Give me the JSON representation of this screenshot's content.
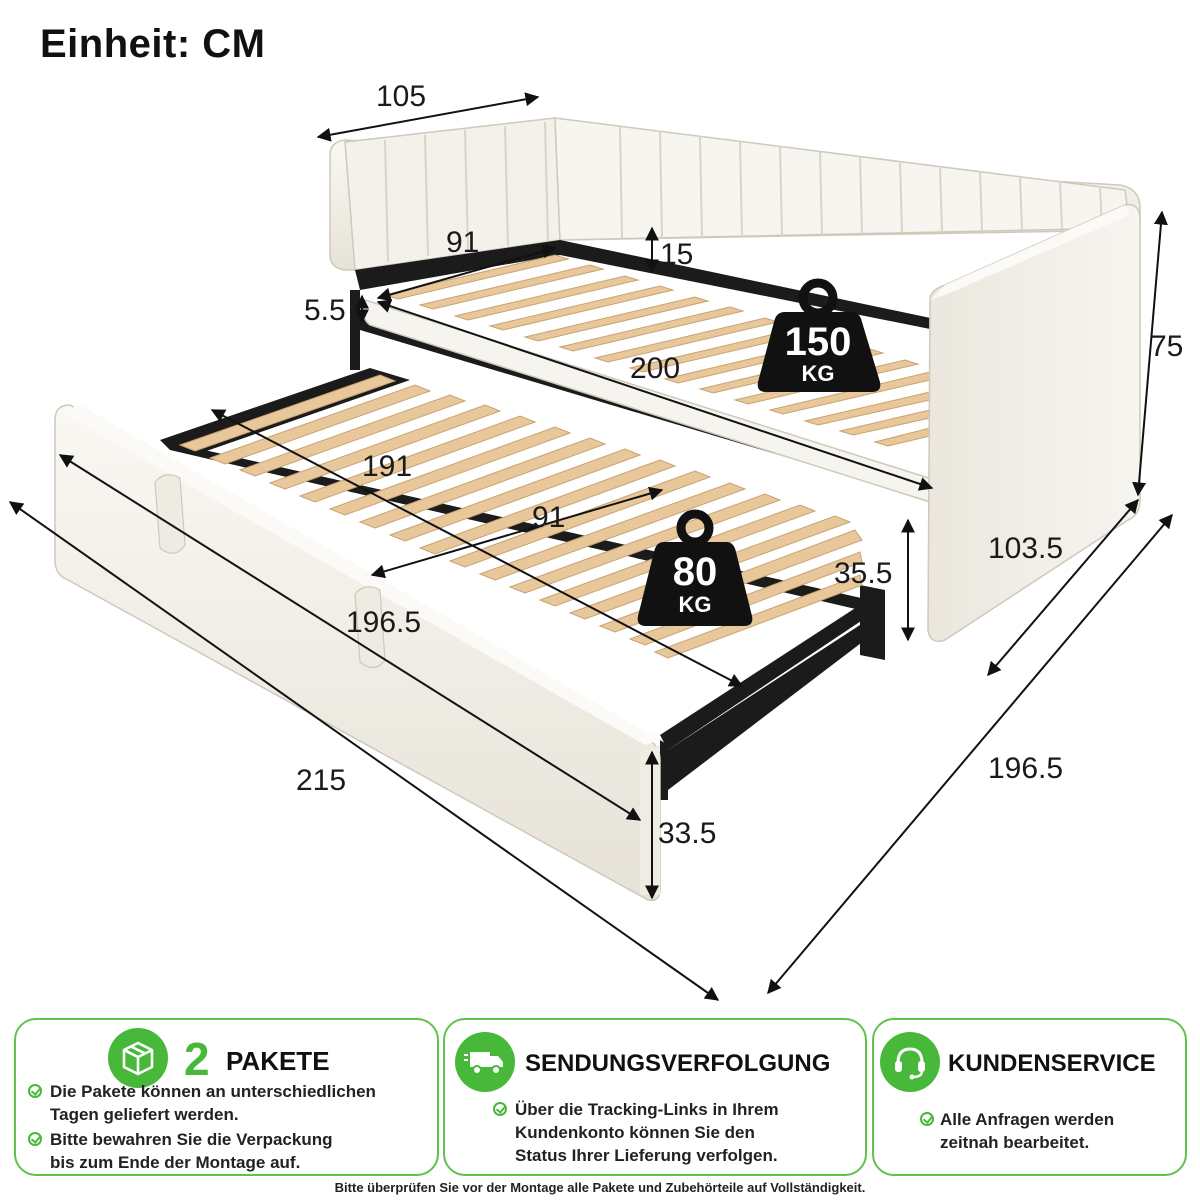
{
  "unit_label": "Einheit: CM",
  "dimensions": {
    "back_width": "105",
    "inner_width_top": "91",
    "slat_gap": "15",
    "slat_height": "5.5",
    "inner_length_top": "200",
    "total_height": "75",
    "trundle_length": "191",
    "trundle_inner_width": "91",
    "trundle_slat_span": "196.5",
    "gap_height": "35.5",
    "side_depth": "103.5",
    "total_length": "215",
    "frame_length": "196.5",
    "trundle_height": "33.5"
  },
  "weights": {
    "top": {
      "value": "150",
      "unit": "KG"
    },
    "trundle": {
      "value": "80",
      "unit": "KG"
    }
  },
  "info": {
    "packages": {
      "number": "2",
      "title": "PAKETE",
      "bullets": [
        [
          "Die Pakete können an unterschiedlichen",
          "Tagen geliefert werden."
        ],
        [
          "Bitte bewahren Sie die Verpackung",
          "bis zum Ende der Montage auf."
        ]
      ]
    },
    "tracking": {
      "title": "SENDUNGSVERFOLGUNG",
      "bullets": [
        [
          "Über die Tracking-Links in Ihrem",
          "Kundenkonto können Sie den",
          "Status Ihrer Lieferung verfolgen."
        ]
      ]
    },
    "service": {
      "title": "KUNDENSERVICE",
      "bullets": [
        [
          "Alle Anfragen werden",
          "zeitnah bearbeitet."
        ]
      ]
    }
  },
  "footnote": "Bitte überprüfen Sie vor der Montage alle Pakete und Zubehörteile auf Vollständigkeit.",
  "colors": {
    "accent": "#48b83a",
    "fabric": "#f2efe8",
    "slat": "#e8c79a",
    "frame": "#1b1b1b"
  },
  "icons": [
    "package-icon",
    "truck-icon",
    "headset-icon",
    "check-icon",
    "weight-icon"
  ]
}
